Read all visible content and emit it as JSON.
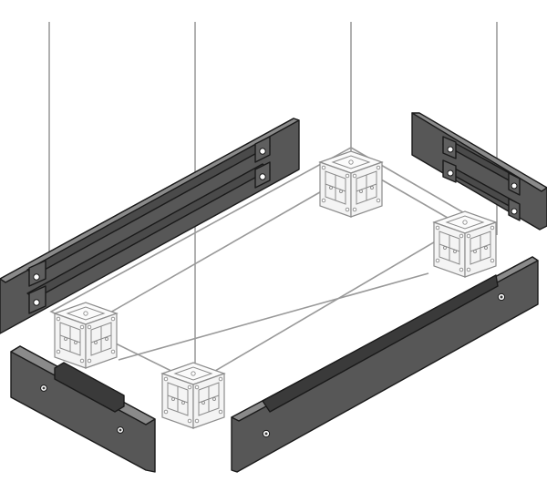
{
  "diagram": {
    "type": "exploded-assembly-drawing",
    "components": {
      "plinth_panels": 4,
      "corner_pieces": 4,
      "vertical_guide_lines": 4
    },
    "colors": {
      "background": "#ffffff",
      "panel_fill": "#575757",
      "panel_top_edge": "#8a8a8a",
      "panel_dark_edge": "#3a3a3a",
      "panel_outline": "#1a1a1a",
      "guide_line": "#8f8f8f",
      "frame_line": "#999999",
      "corner_fill": "#f4f4f4",
      "corner_outline": "#8c8c8c"
    }
  }
}
